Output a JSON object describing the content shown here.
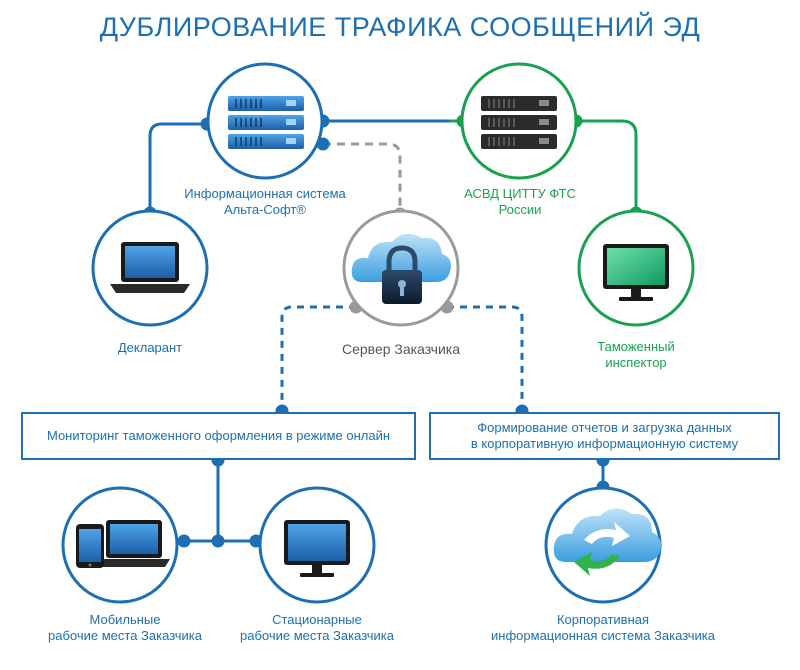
{
  "title": "ДУБЛИРОВАНИЕ ТРАФИКА СООБЩЕНИЙ ЭД",
  "nodes": {
    "alta_soft": {
      "line1": "Информационная система",
      "line2": "Альта-Софт®"
    },
    "asvd": {
      "line1": "АСВД ЦИТТУ ФТС",
      "line2": "России"
    },
    "declarant": {
      "label": "Декларант"
    },
    "inspector": {
      "line1": "Таможенный",
      "line2": "инспектор"
    },
    "customer_server": {
      "label": "Сервер Заказчика"
    },
    "mobile": {
      "line1": "Мобильные",
      "line2": "рабочие места Заказчика"
    },
    "stationary": {
      "line1": "Стационарные",
      "line2": "рабочие места Заказчика"
    },
    "corporate": {
      "line1": "Корпоративная",
      "line2": "информационная система Заказчика"
    }
  },
  "boxes": {
    "monitoring": {
      "label": "Мониторинг таможенного оформления в режиме онлайн"
    },
    "reports": {
      "line1": "Формирование отчетов и загрузка данных",
      "line2": "в корпоративную информационную систему"
    }
  },
  "colors": {
    "blue": "#1c6fb2",
    "green": "#1aa150",
    "gray": "#9a9a9a"
  }
}
